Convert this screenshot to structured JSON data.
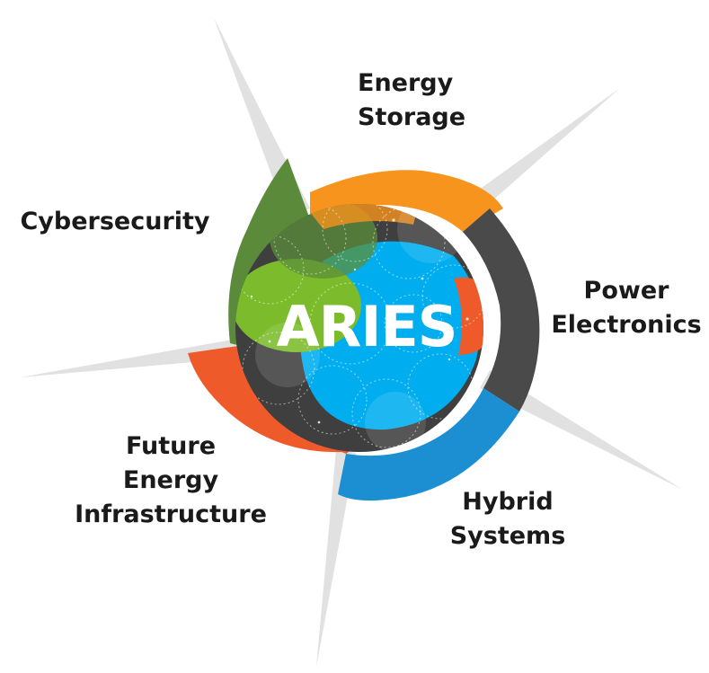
{
  "diagram": {
    "center_title": "ARIES",
    "segments": [
      {
        "id": "energy-storage",
        "lines": [
          "Energy",
          "Storage"
        ],
        "color": "#f7941d"
      },
      {
        "id": "power-electronics",
        "lines": [
          "Power",
          "Electronics"
        ],
        "color": "#4a4a4a"
      },
      {
        "id": "hybrid-systems",
        "lines": [
          "Hybrid",
          "Systems"
        ],
        "color": "#1b8fd2"
      },
      {
        "id": "future-energy-infrastructure",
        "lines": [
          "Future",
          "Energy",
          "Infrastructure"
        ],
        "color": "#ef5a2a"
      },
      {
        "id": "cybersecurity",
        "lines": [
          "Cybersecurity"
        ],
        "color": "#5a8a3a"
      }
    ],
    "core_colors": {
      "blue": "#00aeef",
      "green": "#7cbc2c",
      "dark": "#404040"
    }
  }
}
